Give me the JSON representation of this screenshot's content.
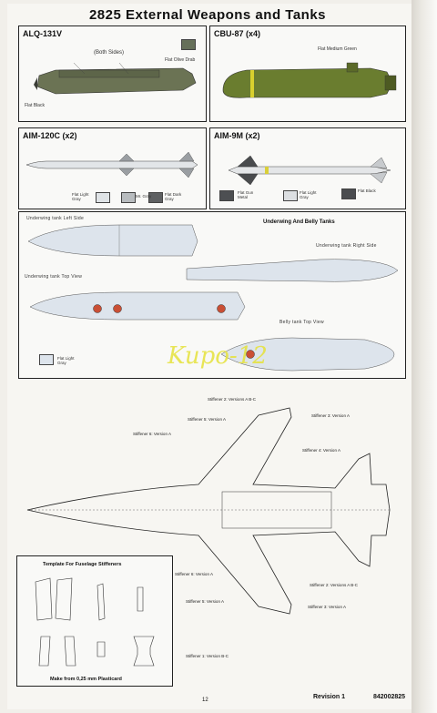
{
  "header": {
    "title": "2825 External Weapons and Tanks"
  },
  "alq": {
    "label": "ALQ-131V",
    "both_sides": "(Both Sides)",
    "note_a": "Flat Olive Drab",
    "note_b": "Flat Black"
  },
  "cbu": {
    "label": "CBU-87 (x4)",
    "note_a": "Flat Medium Green"
  },
  "aim120": {
    "label": "AIM-120C (x2)",
    "swatches": [
      {
        "color": "#dfe3e6",
        "label": "Flat Light Gray"
      },
      {
        "color": "#b8bcbf",
        "label": "Mr. Gray"
      },
      {
        "color": "#5e6062",
        "label": "Flat Dark Gray"
      }
    ]
  },
  "aim9": {
    "label": "AIM-9M (x2)",
    "swatches": [
      {
        "color": "#4d4f52",
        "label": "Flat Gun Metal"
      },
      {
        "color": "#dcdfe2",
        "label": "Flat Light Gray"
      },
      {
        "color": "#4a4c4f",
        "label": "Flat Black"
      }
    ]
  },
  "tanks": {
    "section_title": "Underwing And Belly Tanks",
    "left": "Underwing tank  Left Side",
    "right": "Underwing tank  Right Side",
    "top": "Underwing tank  Top View",
    "belly": "Belly tank  Top View",
    "swatch_label": "Flat Light Gray"
  },
  "watermark": "Kupo-12",
  "stiffeners": {
    "s2": "Stiffener 2: Versions A B-C",
    "s5": "Stiffener 5: Version A",
    "s6": "Stiffener 6: Version A",
    "s3a": "Stiffener 3: Version A",
    "s4": "Stiffener 4: Version A",
    "s2b": "Stiffener 2: Versions A B-C",
    "s3b": "Stiffener 3: Version A",
    "s1": "Stiffener 1: Version B-C",
    "s5b": "Stiffener 5: Version A",
    "s6b": "Stiffener 6: Version A"
  },
  "template": {
    "title": "Template For Fuselage Stiffeners",
    "footer": "Make from 0,25 mm Plasticard"
  },
  "footer": {
    "page": "12",
    "revision": "Revision 1",
    "code": "842002825"
  }
}
